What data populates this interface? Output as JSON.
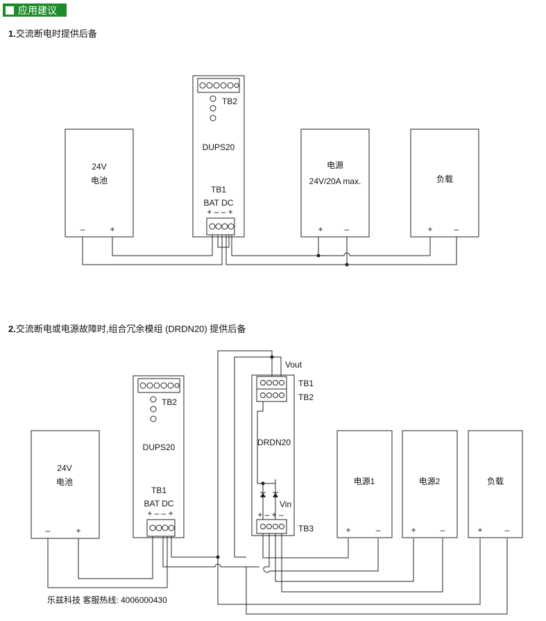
{
  "header": {
    "title": "应用建议"
  },
  "section1": {
    "number": "1.",
    "title": "交流断电时提供后备",
    "battery": {
      "voltage": "24V",
      "name": "电池",
      "minus": "–",
      "plus": "+"
    },
    "dups": {
      "tb2": "TB2",
      "name": "DUPS20",
      "tb1": "TB1",
      "bat_dc": "BAT DC",
      "polarity": "+ – – +"
    },
    "psu": {
      "name": "电源",
      "spec": "24V/20A max.",
      "plus": "+",
      "minus": "–"
    },
    "load": {
      "name": "负载",
      "plus": "+",
      "minus": "–"
    }
  },
  "section2": {
    "number": "2.",
    "title": "交流断电或电源故障时,组合冗余模组 (DRDN20) 提供后备",
    "battery": {
      "voltage": "24V",
      "name": "电池",
      "minus": "–",
      "plus": "+"
    },
    "dups": {
      "tb2": "TB2",
      "name": "DUPS20",
      "tb1": "TB1",
      "bat_dc": "BAT DC",
      "polarity": "+ – – +"
    },
    "drdn": {
      "vout": "Vout",
      "tb1": "TB1",
      "tb2": "TB2",
      "name": "DRDN20",
      "vin": "Vin",
      "tb3": "TB3",
      "polarity": "+ – + –"
    },
    "psu1": {
      "name": "电源1",
      "plus": "+",
      "minus": "–"
    },
    "psu2": {
      "name": "电源2",
      "plus": "+",
      "minus": "–"
    },
    "load": {
      "name": "负载",
      "plus": "+",
      "minus": "–"
    }
  },
  "footer": {
    "text": "乐兹科技 客服热线:  4006000430"
  }
}
